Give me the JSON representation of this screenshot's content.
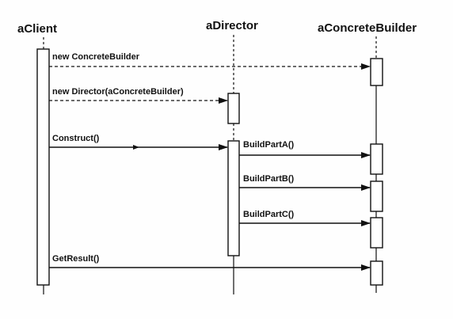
{
  "participants": {
    "client": "aClient",
    "director": "aDirector",
    "builder": "aConcreteBuilder"
  },
  "messages": {
    "new_builder": "new ConcreteBuilder",
    "new_director": "new Director(aConcreteBuilder)",
    "construct": "Construct()",
    "build_part_a": "BuildPartA()",
    "build_part_b": "BuildPartB()",
    "build_part_c": "BuildPartC()",
    "get_result": "GetResult()"
  }
}
